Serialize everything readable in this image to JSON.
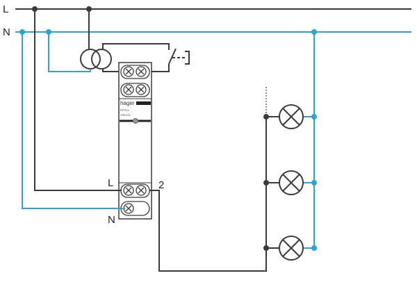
{
  "labels": {
    "line": "L",
    "neutral": "N",
    "device_L": "L",
    "device_N": "N",
    "device_out": "2"
  },
  "device": {
    "brand": "hager",
    "model": "EP411",
    "ref": "206411"
  },
  "colors": {
    "line": "#3a3a3a",
    "neutral": "#2aa3dc"
  }
}
